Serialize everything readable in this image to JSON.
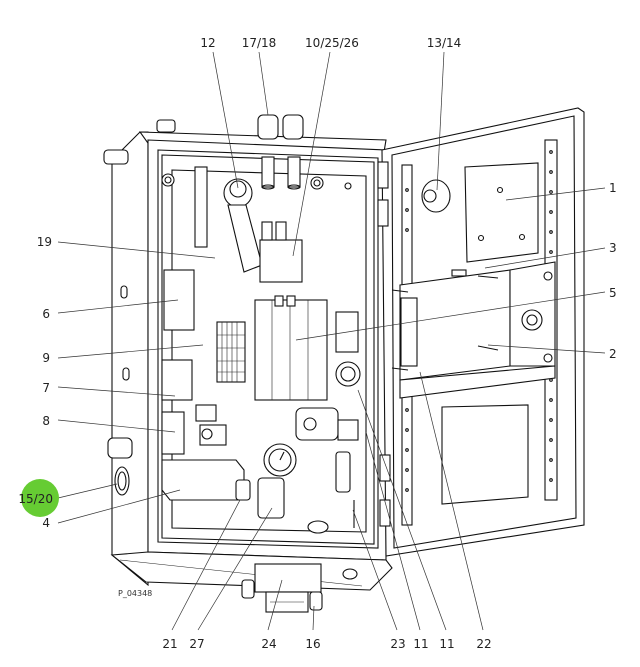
{
  "figure": {
    "reference_code": "P_04348",
    "highlight_color": "#66cc33",
    "highlighted_callout": "15/20"
  },
  "callouts": {
    "top": [
      {
        "id": "c12",
        "text": "12"
      },
      {
        "id": "c17_18",
        "text": "17/18"
      },
      {
        "id": "c10_25_26",
        "text": "10/25/26"
      },
      {
        "id": "c13_14",
        "text": "13/14"
      }
    ],
    "left": [
      {
        "id": "c19",
        "text": "19"
      },
      {
        "id": "c6",
        "text": "6"
      },
      {
        "id": "c9",
        "text": "9"
      },
      {
        "id": "c7",
        "text": "7"
      },
      {
        "id": "c8",
        "text": "8"
      },
      {
        "id": "c15_20",
        "text": "15/20"
      },
      {
        "id": "c4",
        "text": "4"
      }
    ],
    "right": [
      {
        "id": "c1",
        "text": "1"
      },
      {
        "id": "c3",
        "text": "3"
      },
      {
        "id": "c5",
        "text": "5"
      },
      {
        "id": "c2",
        "text": "2"
      }
    ],
    "bottom": [
      {
        "id": "c21",
        "text": "21"
      },
      {
        "id": "c27",
        "text": "27"
      },
      {
        "id": "c24",
        "text": "24"
      },
      {
        "id": "c16",
        "text": "16"
      },
      {
        "id": "c23",
        "text": "23"
      },
      {
        "id": "c11a",
        "text": "11"
      },
      {
        "id": "c11b",
        "text": "11"
      },
      {
        "id": "c22",
        "text": "22"
      }
    ]
  }
}
